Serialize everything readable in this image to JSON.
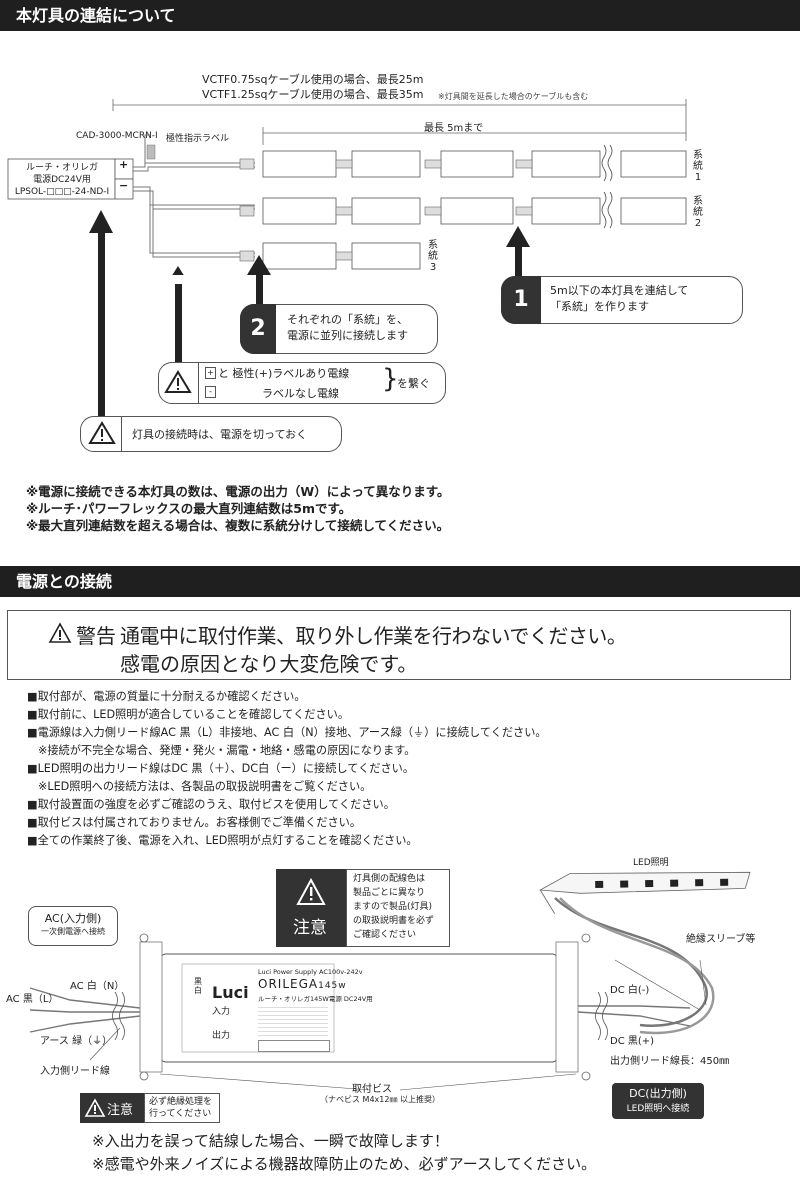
{
  "section1": {
    "title": "本灯具の連結について",
    "cable1": "VCTF0.75sqケーブル使用の場合、最長25m",
    "cable2": "VCTF1.25sqケーブル使用の場合、最長35m",
    "cable_note": "※灯具間を延長した場合のケーブルも含む",
    "max_label": "最長 5mまで",
    "connector": "CAD-3000-MCRN-I",
    "polarity_label": "極性指示ラベル",
    "psu_line1": "ルーチ・オリレガ",
    "psu_line2": "電源DC24V用",
    "psu_line3": "LPSOL-□□□-24-ND-I",
    "plus": "+",
    "minus": "−",
    "sys1": "系統1",
    "sys2": "系統2",
    "sys3": "系統3",
    "step1_num": "1",
    "step1_l1": "5m以下の本灯具を連結して",
    "step1_l2": "「系統」を作ります",
    "step2_num": "2",
    "step2_l1": "それぞれの「系統」を、",
    "step2_l2": "電源に並列に接続します",
    "wire_plus_mark": "+",
    "wire_plus": "と 極性(+)ラベルあり電線",
    "wire_minus_mark": "-",
    "wire_minus": "ラベルなし電線",
    "wire_join": "を繋ぐ",
    "power_off": "灯具の接続時は、電源を切っておく",
    "notes": [
      "※電源に接続できる本灯具の数は、電源の出力（W）によって異なります。",
      "※ルーチ･パワーフレックスの最大直列連結数は5mです。",
      "※最大直列連結数を超える場合は、複数に系統分けして接続してください。"
    ]
  },
  "section2": {
    "title": "電源との接続",
    "warn_label": "警告",
    "warn_l1": "通電中に取付作業、取り外し作業を行わないでください。",
    "warn_l2": "感電の原因となり大変危険です。",
    "rules": [
      "■取付部が、電源の質量に十分耐えるか確認ください。",
      "■取付前に、LED照明が適合していることを確認してください。",
      "■電源線は入力側リード線AC  黒（L）非接地、AC  白（N）接地、アース緑（⏚）に接続してください。",
      "※接続が不完全な場合、発煙・発火・漏電・地絡・感電の原因になります。",
      "■LED照明の出力リード線はDC 黒（＋）、DC白（ー）に接続してください。",
      "※LED照明への接続方法は、各製品の取扱説明書をご覧ください。",
      "■取付設置面の強度を必ずご確認のうえ、取付ビスを使用してください。",
      "■取付ビスは付属されておりません。お客様側でご準備ください。",
      "■全ての作業終了後、電源を入れ、LED照明が点灯することを確認ください。"
    ],
    "caution_label": "注意",
    "caution_text": [
      "灯具側の配線色は",
      "製品ごとに異なり",
      "ますので製品(灯具)",
      "の取扱説明書を必ず",
      "ご確認ください"
    ],
    "led_label": "LED照明",
    "sleeve_label": "絶縁スリーブ等",
    "ac_side": "AC(入力側)",
    "ac_side_sub": "一次側電源へ接続",
    "ac_white": "AC 白（N）",
    "ac_black": "AC 黒（L）",
    "earth": "アース 緑（⏚）",
    "input_lead": "入力側リード線",
    "dc_white": "DC 白(-)",
    "dc_black": "DC 黒(+)",
    "output_lead": "出力側リード線長：450㎜",
    "screw": "取付ビス",
    "screw_sub": "（ナベビス M4x12㎜ 以上推奨）",
    "dc_side": "DC(出力側)",
    "dc_side_sub": "LED照明へ接続",
    "caution2_label": "注意",
    "caution2_l1": "必ず絶縁処理を",
    "caution2_l2": "行ってください",
    "psu_brand_small": "Luci Power Supply  AC100v-242v",
    "psu_brand": "ORILEGA",
    "psu_watt": "145w",
    "psu_sub": "ルーチ・オリレガ145W電源 DC24V用",
    "psu_logo": "Luci",
    "psu_input": "入力",
    "psu_output": "出力",
    "final1": "※入出力を誤って結線した場合、一瞬で故障します！",
    "final2": "※感電や外来ノイズによる機器故障防止のため、必ずアースしてください。"
  },
  "colors": {
    "header_bg": "#1f1f1f",
    "dark": "#333333"
  }
}
